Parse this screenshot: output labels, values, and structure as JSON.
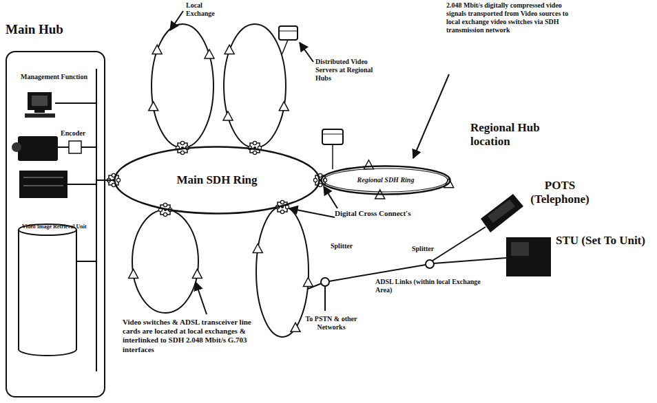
{
  "diagram": {
    "nodes": [
      {
        "text": [
          "Main Hub"
        ]
      },
      {
        "text": [
          "Video Image Retrieval Unit"
        ],
        "in": 0
      },
      {
        "text": [
          "Main SDH Ring"
        ]
      },
      {
        "text": [
          "Regional SDH Ring"
        ]
      }
    ],
    "edges": [
      {
        "from": 0,
        "to": 2,
        "arrow": "none"
      }
    ],
    "labels": [
      "Management Function",
      "Encoder",
      "Local Exchange",
      "Distributed Video Servers at Regional Hubs",
      "2.048 Mbit/s digitally compressed video signals transported from Video sources to local exchange video switches via SDH transmission network",
      "Regional Hub location",
      "Digital Cross Connect's",
      "POTS (Telephone)",
      "STU (Set To Unit)",
      "Splitter",
      "Splitter",
      "ADSL Links (within local Exchange Area)",
      "To PSTN & other Networks",
      "Video switches & ADSL transceiver line cards are located at local exchanges & interlinked to SDH 2.048 Mbit/s G.703 interfaces"
    ]
  }
}
